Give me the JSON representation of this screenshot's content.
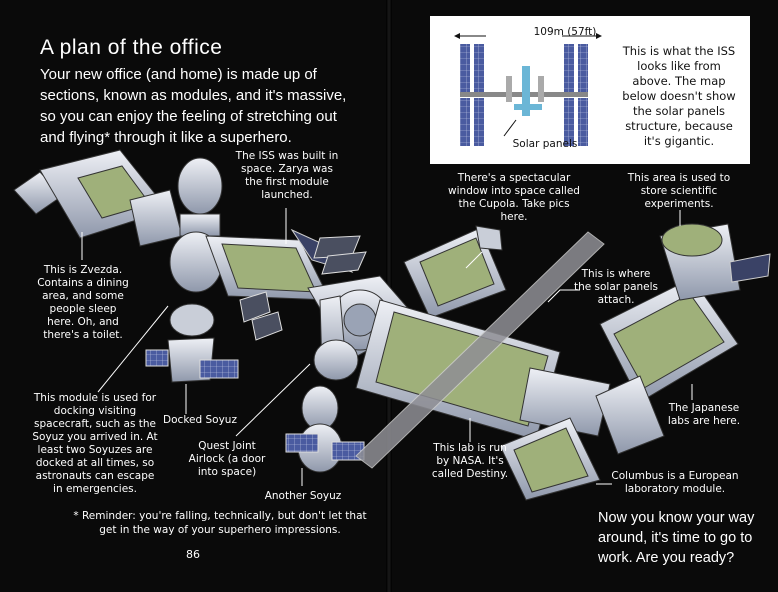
{
  "page": {
    "title": "A plan of the office",
    "intro": "Your new office (and home) is made up of sections, known as modules, and it's massive, so you can enjoy the feeling of stretching out and flying* through it like a superhero.",
    "footnote": "* Reminder: you're falling, technically, but don't let that get in the way of your superhero impressions.",
    "page_number": "86",
    "closing": "Now you know your way around, it's time to go to work. Are you ready?"
  },
  "inset": {
    "dimension": "109m (57ft)",
    "panels_label": "Solar panels",
    "text": "This is what the ISS looks like from above. The map below doesn't show the solar panels structure, because it's gigantic."
  },
  "labels": {
    "zarya": "The ISS was built in space. Zarya was the first module launched.",
    "zvezda": "This is Zvezda. Contains a dining area, and some people sleep here. Oh, and there's a toilet.",
    "docking": "This module is used for docking visiting spacecraft, such as the Soyuz you arrived in. At least two Soyuzes are docked at all times, so astronauts can escape in emergencies.",
    "docked_soyuz": "Docked Soyuz",
    "quest": "Quest Joint Airlock (a door into space)",
    "another_soyuz": "Another Soyuz",
    "cupola": "There's a spectacular window into space called the Cupola. Take pics here.",
    "experiments": "This area is used to store scientific experiments.",
    "solar_attach": "This is where the solar panels attach.",
    "destiny": "This lab is run by NASA. It's called Destiny.",
    "japanese": "The Japanese labs are here.",
    "columbus": "Columbus is a European laboratory module."
  },
  "colors": {
    "background": "#0a0a0a",
    "module_body": "#d9dde6",
    "module_shade": "#9aa3b5",
    "interior": "#9fb07a",
    "solar_panel": "#5567a8",
    "inset_blue": "#6bb6d6"
  }
}
